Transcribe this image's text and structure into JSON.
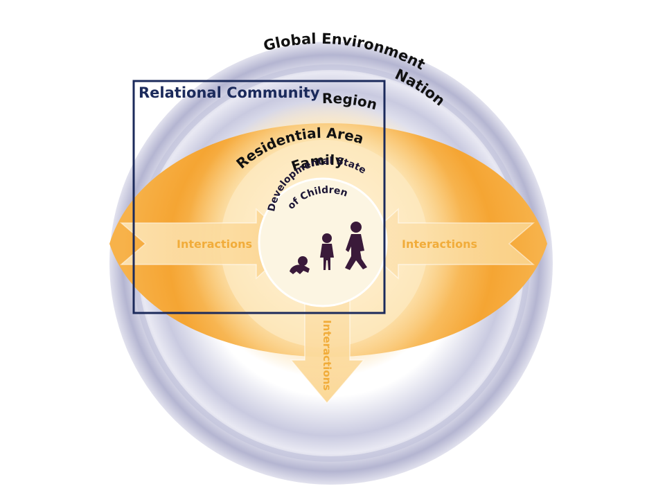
{
  "labels": {
    "global": "Global Environment",
    "nation": "Nation",
    "region": "Region",
    "residential": "Residential Area",
    "family": "Family",
    "center_line1": "Developmental State",
    "center_line2": "of Children",
    "relational": "Relational Community",
    "interactions_left": "Interactions",
    "interactions_right": "Interactions",
    "interactions_down": "Interactions"
  },
  "colors": {
    "ring_outer": "#b7b8d3",
    "ring_light": "#e8e8f2",
    "orange": "#f5a533",
    "orange_light": "#fde1ad",
    "center": "#fcf5e2",
    "navy": "#1b2a5b",
    "text_dark": "#111111",
    "interaction_text": "#f1ac3a",
    "figures": "#3a1a3a"
  },
  "figures": [
    "baby-crawling",
    "toddler-standing",
    "child-walking"
  ]
}
